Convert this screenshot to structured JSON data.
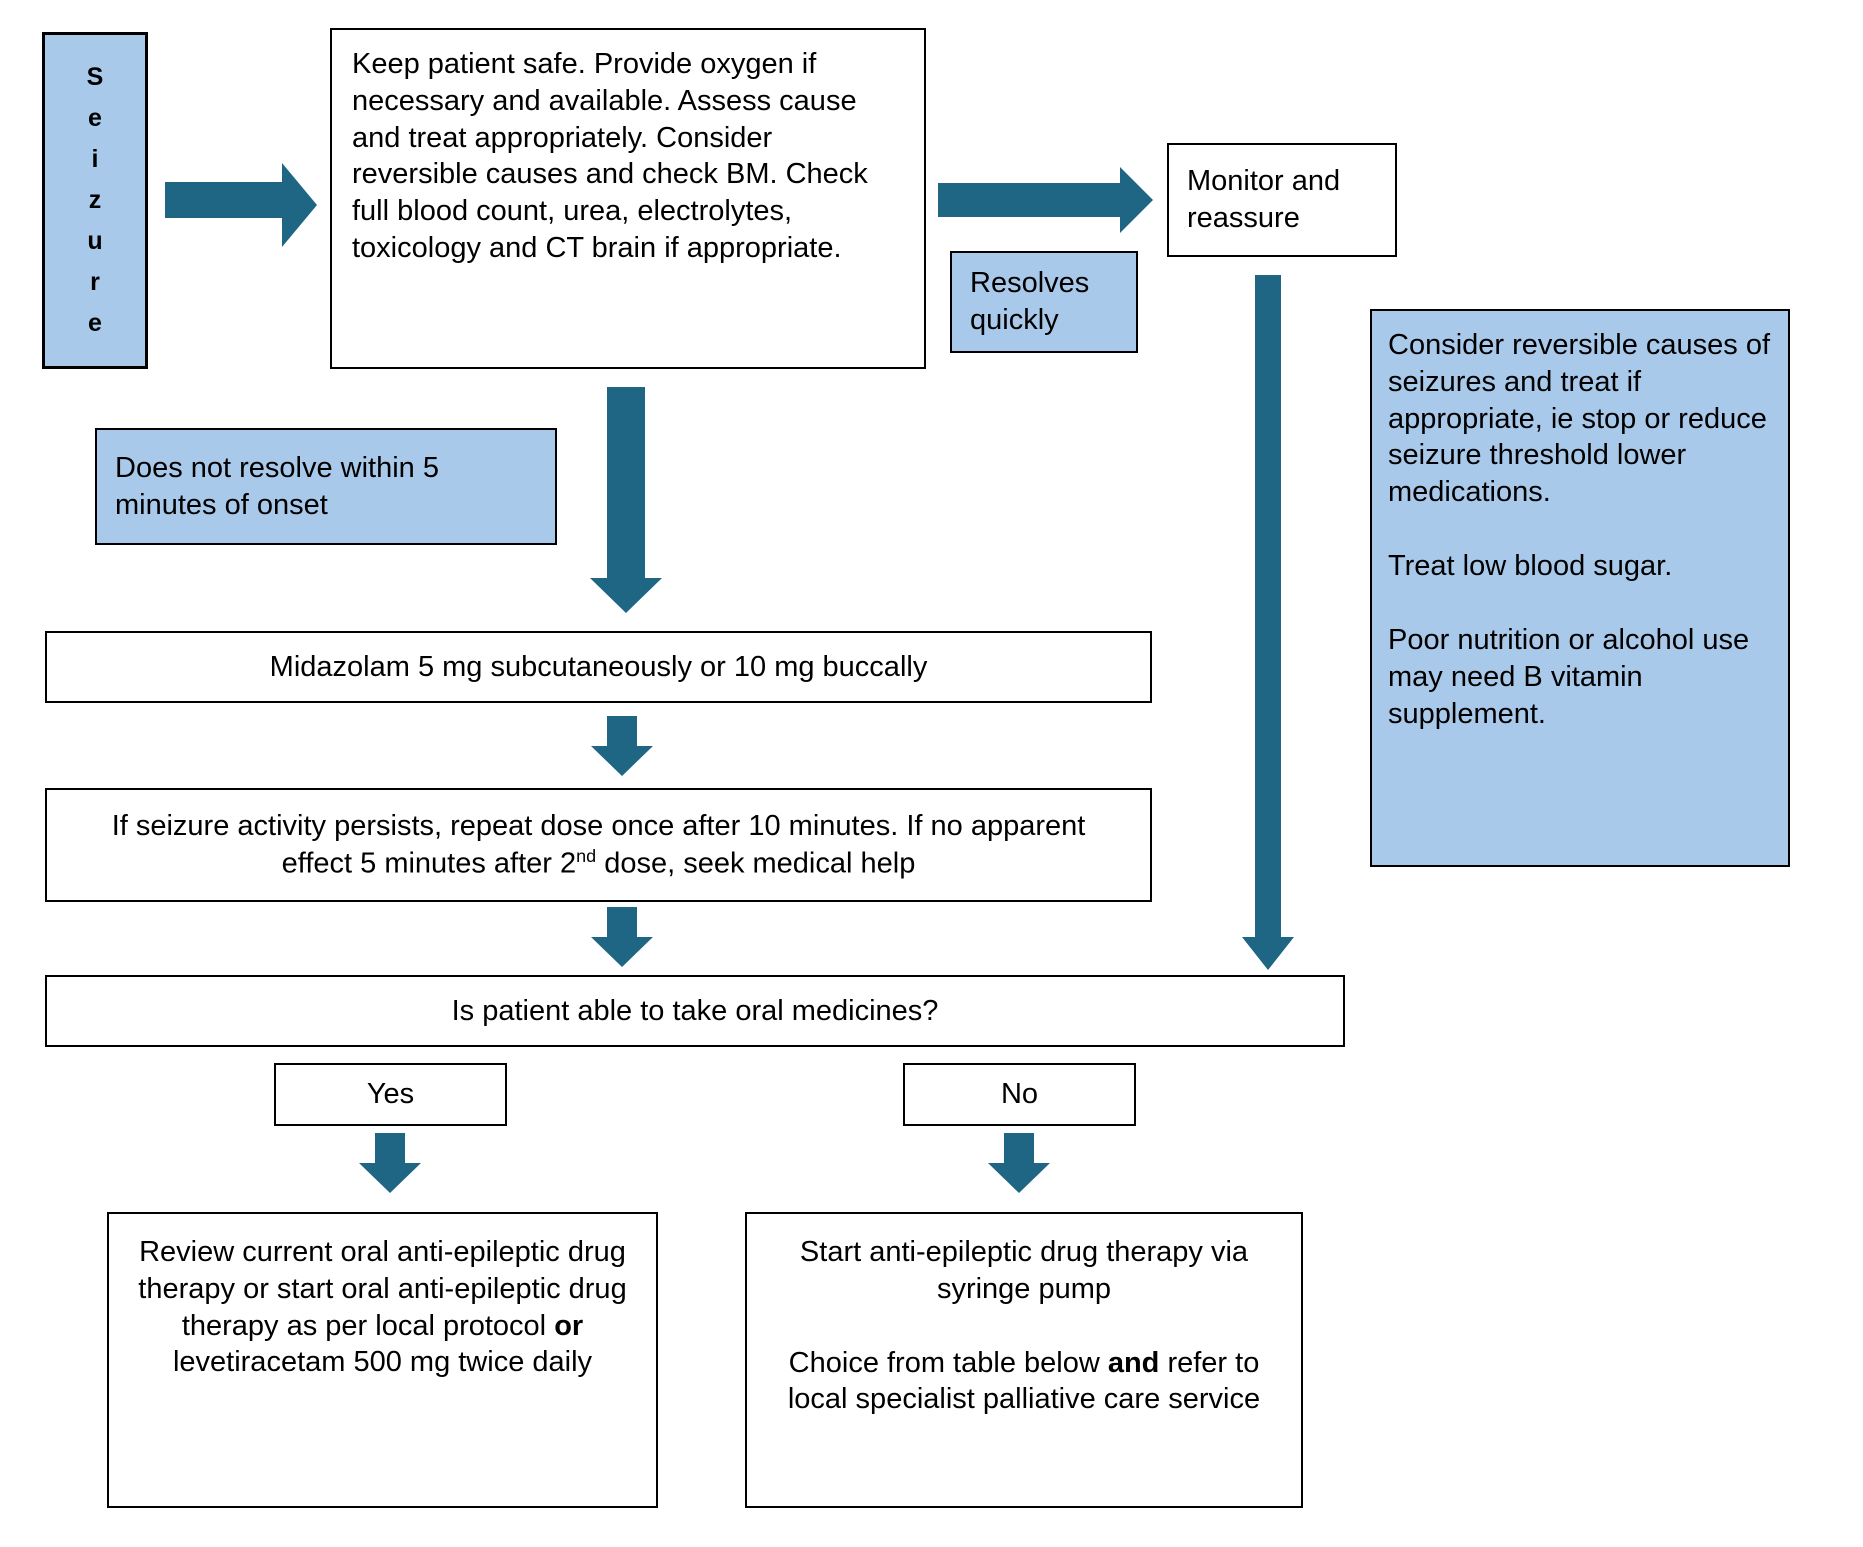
{
  "colors": {
    "arrow": "#1F6584",
    "blue_fill": "#A9C9EA",
    "border": "#000000"
  },
  "nodes": {
    "seizure": {
      "letters": [
        "S",
        "e",
        "i",
        "z",
        "u",
        "r",
        "e"
      ]
    },
    "assess": {
      "text": "Keep patient safe. Provide oxygen if necessary and available. Assess cause and treat appropriately. Consider reversible causes and check BM. Check full blood count, urea, electrolytes, toxicology and CT brain if appropriate."
    },
    "monitor": {
      "text": "Monitor and reassure"
    },
    "resolves": {
      "text": "Resolves quickly"
    },
    "does_not_resolve": {
      "text": "Does not resolve within 5 minutes of onset"
    },
    "midazolam": {
      "text": "Midazolam 5 mg subcutaneously or 10 mg buccally"
    },
    "repeat_dose": {
      "before_sup": "If seizure activity persists, repeat dose once after 10 minutes. If no apparent effect  5 minutes after 2",
      "sup": "nd",
      "after_sup": " dose, seek medical help"
    },
    "reversible_causes": {
      "paragraphs": [
        "Consider reversible causes of seizures and treat if appropriate, ie stop or reduce seizure threshold lower medications.",
        "Treat low blood sugar.",
        "Poor nutrition or alcohol use may need B vitamin supplement."
      ]
    },
    "oral_question": {
      "text": "Is patient able to take oral medicines?"
    },
    "yes": {
      "text": "Yes"
    },
    "no": {
      "text": "No"
    },
    "review_oral": {
      "before_bold": "Review current oral anti-epileptic drug therapy or start oral anti-epileptic drug therapy as per local protocol ",
      "bold": "or",
      "after_bold": " levetiracetam 500 mg twice daily"
    },
    "syringe_pump": {
      "p1": "Start anti-epileptic drug therapy via syringe pump",
      "p2_before_bold": "Choice from table below ",
      "p2_bold": "and",
      "p2_after_bold": " refer to local specialist palliative care service"
    }
  }
}
